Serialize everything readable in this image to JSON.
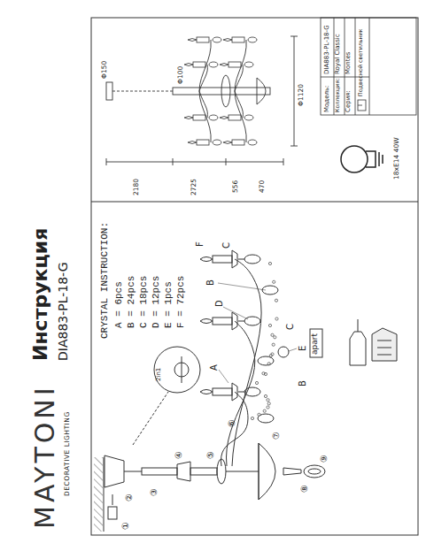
{
  "diagram": {
    "title": "Инструкция",
    "labels": [
      "MAYTONI",
      "DECORATIVE LIGHTING",
      "DIA883-PL-18-G",
      "CRYSTAL INSTRUCTION:",
      "A = 6pcs",
      "B = 24pcs",
      "C = 18pcs",
      "D = 12pcs",
      "E = 1pcs",
      "F = 72pcs",
      "A",
      "B",
      "B",
      "C",
      "C",
      "D",
      "E",
      "F",
      "①",
      "②",
      "③",
      "④",
      "⑤",
      "⑥",
      "⑦",
      "⑧",
      "⑨",
      "apart",
      "2in1",
      "Φ150",
      "Φ100",
      "556",
      "470",
      "2180",
      "2725",
      "Φ1120",
      "18xE14 40W",
      "Модель:",
      "DIA883-PL-18-G",
      "Коллекция:",
      "Royal Classic",
      "Серия:",
      "Montes",
      "Подвесной светильник"
    ]
  }
}
